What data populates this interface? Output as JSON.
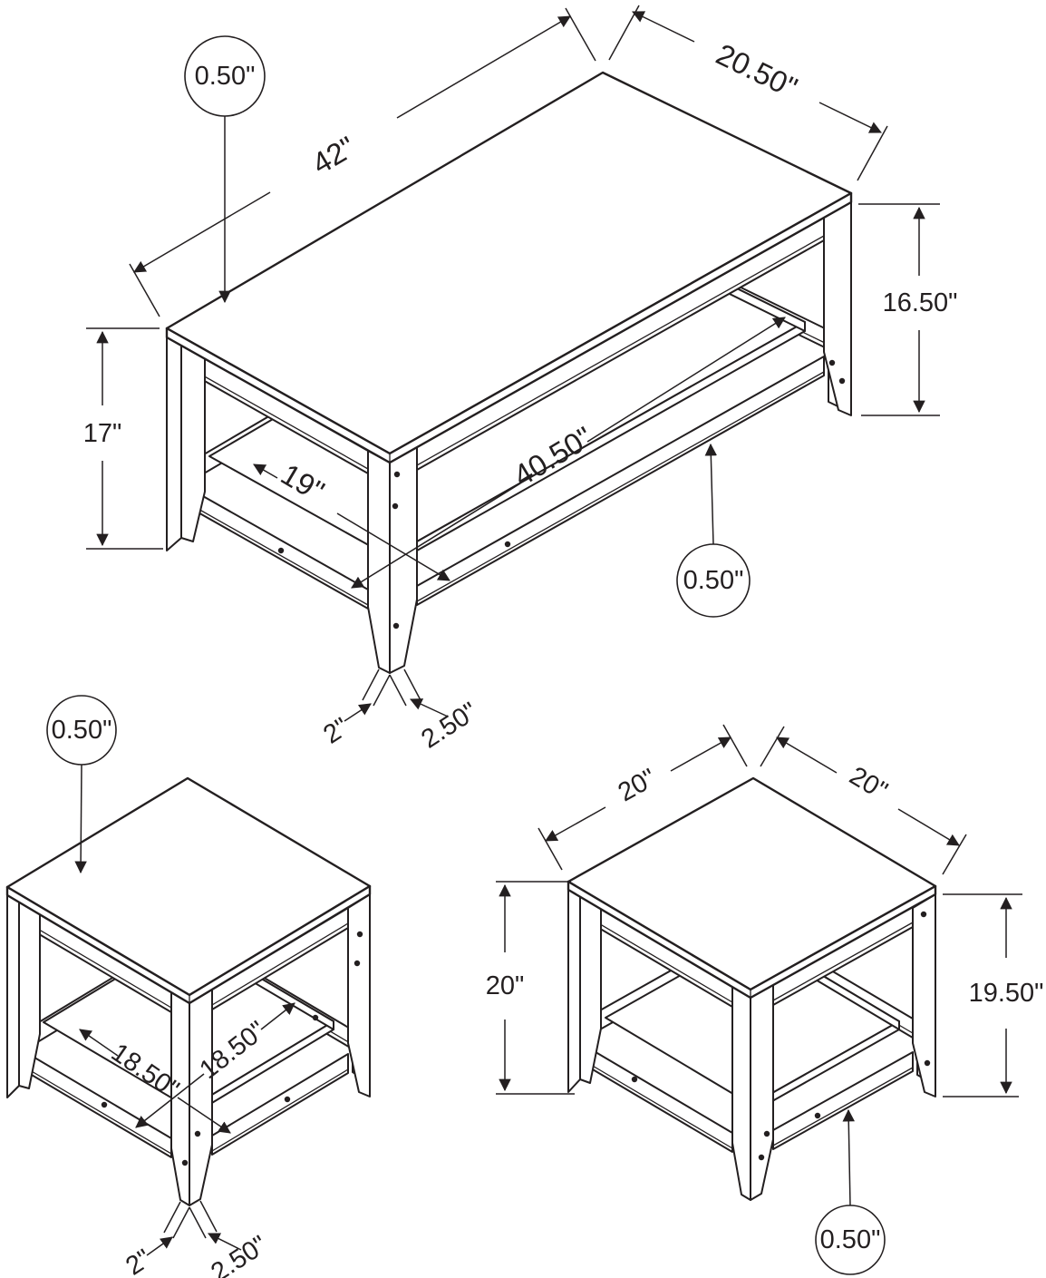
{
  "colors": {
    "ink": "#231f20",
    "background": "#ffffff"
  },
  "coffee_table": {
    "top_thickness": "0.50\"",
    "length": "42\"",
    "width": "20.50\"",
    "underside_height": "16.50\"",
    "overall_height": "17\"",
    "shelf_depth": "19\"",
    "shelf_length": "40.50\"",
    "shelf_thickness": "0.50\"",
    "leg_bottom_depth": "2\"",
    "leg_bottom_width": "2.50\""
  },
  "end_table_left": {
    "top_thickness": "0.50\"",
    "shelf_depth": "18.50\"",
    "shelf_width": "18.50\"",
    "leg_bottom_depth": "2\"",
    "leg_bottom_width": "2.50\""
  },
  "end_table_right": {
    "top_length": "20\"",
    "top_width": "20\"",
    "overall_height": "20\"",
    "underside_height": "19.50\"",
    "shelf_thickness": "0.50\""
  }
}
